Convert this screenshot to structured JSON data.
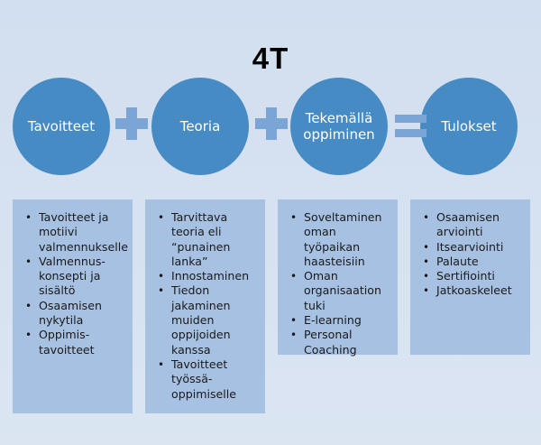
{
  "title": "4T",
  "circles": [
    {
      "label": "Tavoitteet"
    },
    {
      "label": "Teoria"
    },
    {
      "label": "Tekemällä\noppiminen"
    },
    {
      "label": "Tulokset"
    }
  ],
  "operators": [
    "plus",
    "plus",
    "equals"
  ],
  "boxes": [
    {
      "items": [
        "Tavoitteet ja motiivi valmennukselle",
        "Valmennus-konsepti ja sisältö",
        "Osaamisen nykytila",
        "Oppimis-tavoitteet"
      ]
    },
    {
      "items": [
        "Tarvittava teoria eli “punainen lanka”",
        "Innostaminen",
        "Tiedon jakaminen muiden oppijoiden kanssa",
        "Tavoitteet työssä-oppimiselle"
      ]
    },
    {
      "items": [
        "Soveltaminen oman työpaikan haasteisiin",
        "Oman organisaation tuki",
        "E-learning",
        "Personal Coaching"
      ]
    },
    {
      "items": [
        "Osaamisen arviointi",
        "Itsearviointi",
        "Palaute",
        "Sertifiointi",
        "Jatkoaskeleet"
      ]
    }
  ],
  "colors": {
    "circle": "#468bc3",
    "operator": "#7aa5d4",
    "box": "#a7c1e2",
    "background": "#d6e2f1"
  }
}
